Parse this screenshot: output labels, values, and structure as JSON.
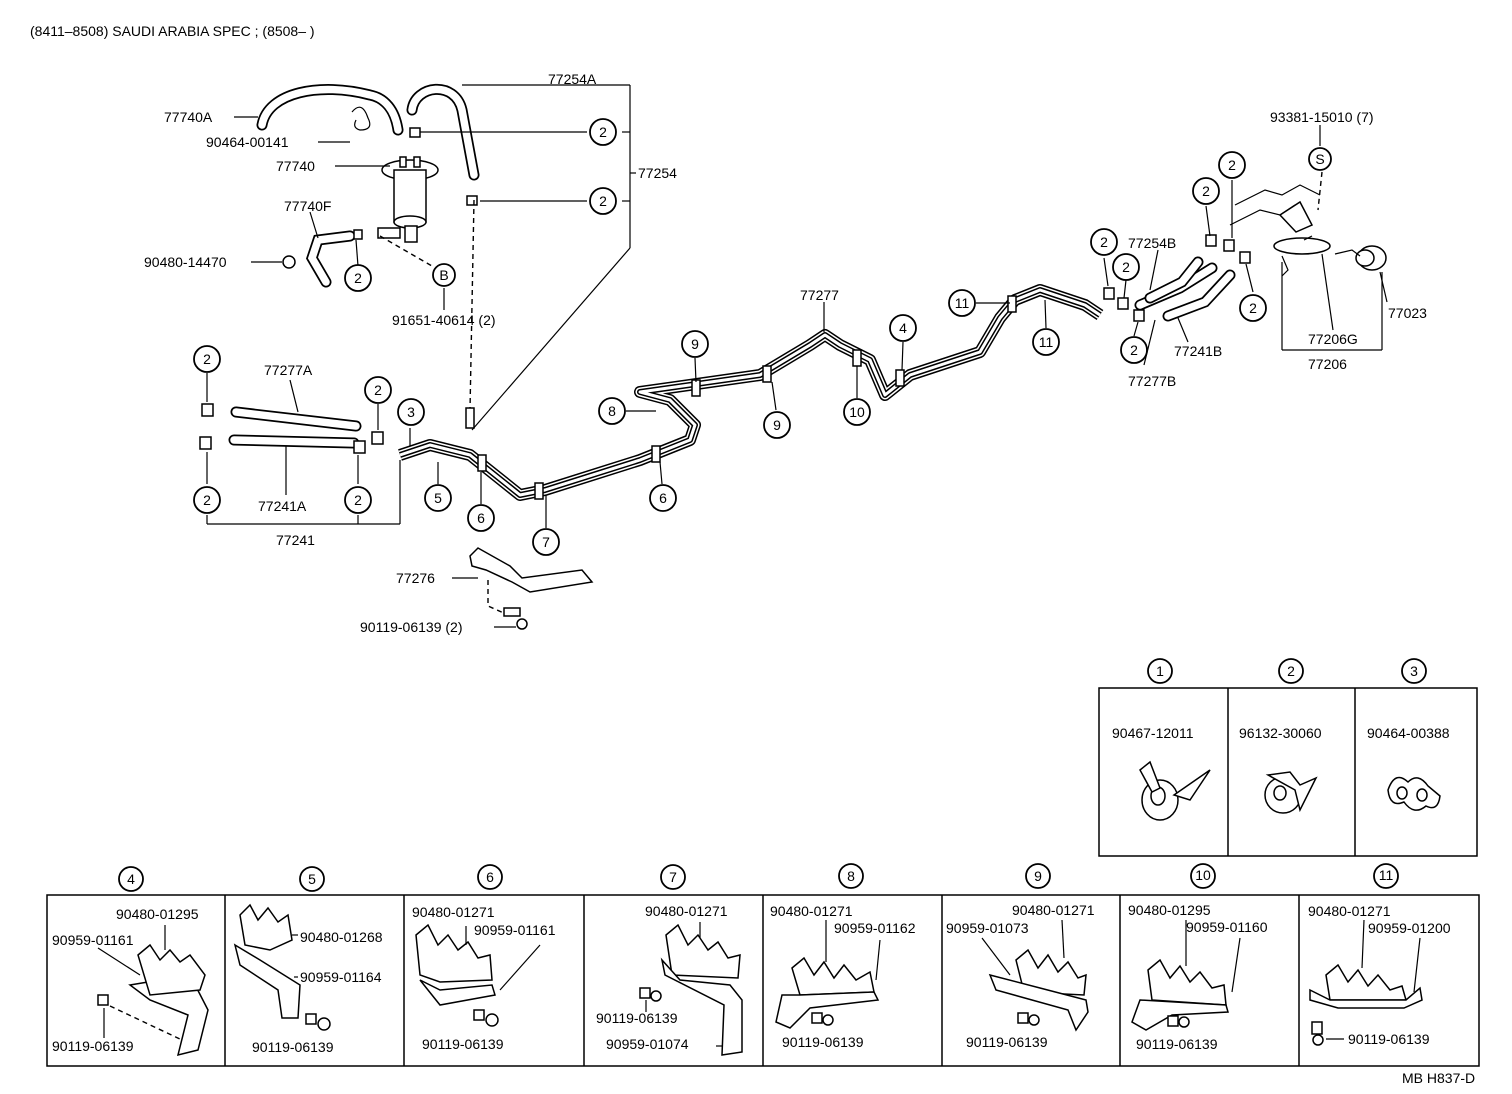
{
  "header": {
    "spec_label": "(8411–8508) SAUDI ARABIA SPEC ; (8508–          )"
  },
  "footer": {
    "code": "MB H837-D"
  },
  "main_labels": {
    "p77254A": "77254A",
    "p77740A": "77740A",
    "p90464_00141": "90464-00141",
    "p77740": "77740",
    "p77254": "77254",
    "p77740F": "77740F",
    "p90480_14470": "90480-14470",
    "p91651_40614": "91651-40614  (2)",
    "p77277A": "77277A",
    "p77241A": "77241A",
    "p77241": "77241",
    "p77276": "77276",
    "p90119_06139_2": "90119-06139  (2)",
    "p77277": "77277",
    "p93381_15010": "93381-15010  (7)",
    "p77254B": "77254B",
    "p77241B": "77241B",
    "p77277B": "77277B",
    "p77023": "77023",
    "p77206G": "77206G",
    "p77206": "77206"
  },
  "callouts": {
    "n1": "1",
    "n2": "2",
    "n3": "3",
    "n4": "4",
    "n5": "5",
    "n6": "6",
    "n7": "7",
    "n8": "8",
    "n9": "9",
    "n10": "10",
    "n11": "11",
    "letter_b": "B",
    "letter_s": "S"
  },
  "clamp_table": [
    {
      "key": "1",
      "part": "90467-12011"
    },
    {
      "key": "2",
      "part": "96132-30060"
    },
    {
      "key": "3",
      "part": "90464-00388"
    }
  ],
  "bracket_table": [
    {
      "key": "4",
      "parts": [
        "90480-01295",
        "90959-01161",
        "90119-06139"
      ]
    },
    {
      "key": "5",
      "parts": [
        "90480-01268",
        "90959-01164",
        "90119-06139"
      ]
    },
    {
      "key": "6",
      "parts": [
        "90480-01271",
        "90959-01161",
        "90119-06139"
      ]
    },
    {
      "key": "7",
      "parts": [
        "90480-01271",
        "90119-06139",
        "90959-01074"
      ]
    },
    {
      "key": "8",
      "parts": [
        "90480-01271",
        "90959-01162",
        "90119-06139"
      ]
    },
    {
      "key": "9",
      "parts": [
        "90480-01271",
        "90959-01073",
        "90119-06139"
      ]
    },
    {
      "key": "10",
      "parts": [
        "90480-01295",
        "90959-01160",
        "90119-06139"
      ]
    },
    {
      "key": "11",
      "parts": [
        "90480-01271",
        "90959-01200",
        "90119-06139"
      ]
    }
  ]
}
